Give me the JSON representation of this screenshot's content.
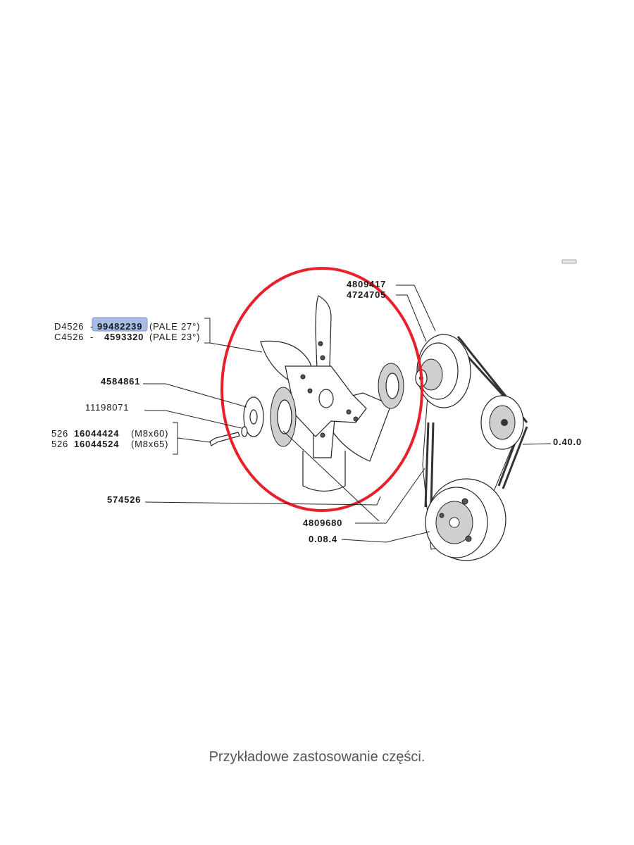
{
  "labels": {
    "variant_d": "D4526",
    "variant_d_dash": "-",
    "highlighted_part": "99482239",
    "pale_27": "(PALE  27°)",
    "variant_c": "C4526",
    "variant_c_dash": "-",
    "part_4593320": "4593320",
    "pale_23": "(PALE  23°)",
    "part_4584861": "4584861",
    "part_11198071": "11198071",
    "bolt_prefix_1": "526",
    "bolt_part_1": "16044424",
    "bolt_size_1": "(M8x60)",
    "bolt_prefix_2": "526",
    "bolt_part_2": "16044524",
    "bolt_size_2": "(M8x65)",
    "part_574526": "574526",
    "part_4809417": "4809417",
    "part_4724705": "4724705",
    "ref_0400": "0.40.0",
    "part_4809680": "4809680",
    "ref_0084": "0.08.4"
  },
  "colors": {
    "highlight_circle": "#e8202a",
    "part_highlight_bg": "#a9bce6"
  },
  "caption": "Przykładowe zastosowanie części."
}
